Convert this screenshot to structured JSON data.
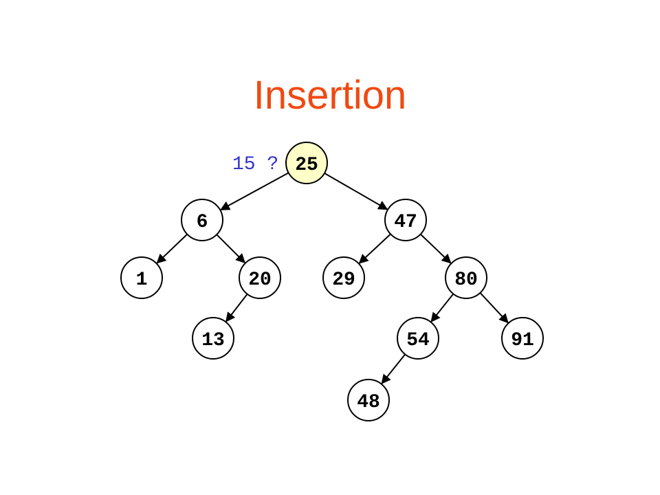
{
  "slide": {
    "title": "Insertion",
    "query": "15 ?",
    "query_color": "#3333cc",
    "title_color": "#f04a12",
    "highlight_color": "#ffffc8"
  },
  "tree": {
    "nodes": [
      {
        "id": "n25",
        "label": "25",
        "highlighted": true
      },
      {
        "id": "n6",
        "label": "6"
      },
      {
        "id": "n47",
        "label": "47"
      },
      {
        "id": "n1",
        "label": "1"
      },
      {
        "id": "n20",
        "label": "20"
      },
      {
        "id": "n29",
        "label": "29"
      },
      {
        "id": "n80",
        "label": "80"
      },
      {
        "id": "n13",
        "label": "13"
      },
      {
        "id": "n54",
        "label": "54"
      },
      {
        "id": "n91",
        "label": "91"
      },
      {
        "id": "n48",
        "label": "48"
      }
    ],
    "edges": [
      {
        "from": "n25",
        "to": "n6"
      },
      {
        "from": "n25",
        "to": "n47"
      },
      {
        "from": "n6",
        "to": "n1"
      },
      {
        "from": "n6",
        "to": "n20"
      },
      {
        "from": "n47",
        "to": "n29"
      },
      {
        "from": "n47",
        "to": "n80"
      },
      {
        "from": "n20",
        "to": "n13"
      },
      {
        "from": "n80",
        "to": "n54"
      },
      {
        "from": "n80",
        "to": "n91"
      },
      {
        "from": "n54",
        "to": "n48"
      }
    ]
  }
}
